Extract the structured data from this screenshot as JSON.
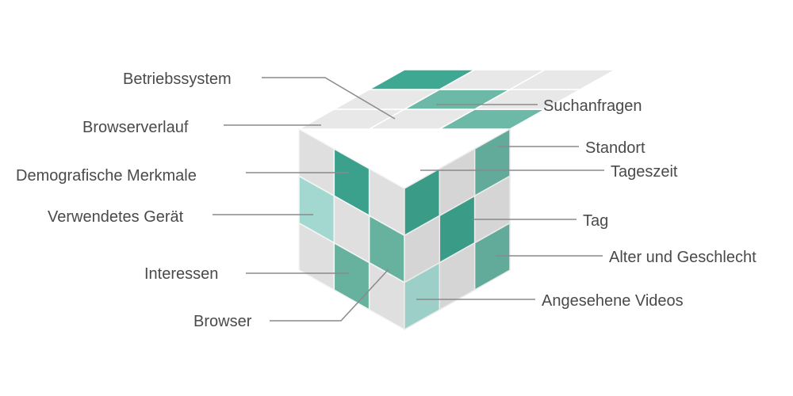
{
  "colors": {
    "gray": "#e8e8e9",
    "teal_dark": "#3fa892",
    "teal_mid": "#6bb9a6",
    "teal_light": "#a9e1d9",
    "label": "#4a4a4a",
    "leader": "#8a8a8a"
  },
  "cube": {
    "top": [
      [
        "gray",
        "gray",
        "teal_dark"
      ],
      [
        "gray",
        "teal_mid",
        "gray"
      ],
      [
        "teal_mid",
        "gray",
        "gray"
      ]
    ],
    "left": [
      [
        "gray",
        "teal_dark",
        "gray"
      ],
      [
        "teal_light",
        "gray",
        "teal_mid"
      ],
      [
        "gray",
        "teal_mid",
        "gray"
      ]
    ],
    "right": [
      [
        "teal_dark",
        "gray",
        "teal_mid"
      ],
      [
        "gray",
        "teal_dark",
        "gray"
      ],
      [
        "teal_light",
        "gray",
        "teal_mid"
      ]
    ]
  },
  "labels": [
    {
      "id": "betriebssystem",
      "text": "Betriebssystem"
    },
    {
      "id": "browserverlauf",
      "text": "Browserverlauf"
    },
    {
      "id": "demografische-merkmale",
      "text": "Demografische Merkmale"
    },
    {
      "id": "verwendetes-geraet",
      "text": "Verwendetes Gerät"
    },
    {
      "id": "interessen",
      "text": "Interessen"
    },
    {
      "id": "browser",
      "text": "Browser"
    },
    {
      "id": "suchanfragen",
      "text": "Suchanfragen"
    },
    {
      "id": "standort",
      "text": "Standort"
    },
    {
      "id": "tageszeit",
      "text": "Tageszeit"
    },
    {
      "id": "tag",
      "text": "Tag"
    },
    {
      "id": "alter-und-geschlecht",
      "text": "Alter und Geschlecht"
    },
    {
      "id": "angesehene-videos",
      "text": "Angesehene Videos"
    }
  ]
}
